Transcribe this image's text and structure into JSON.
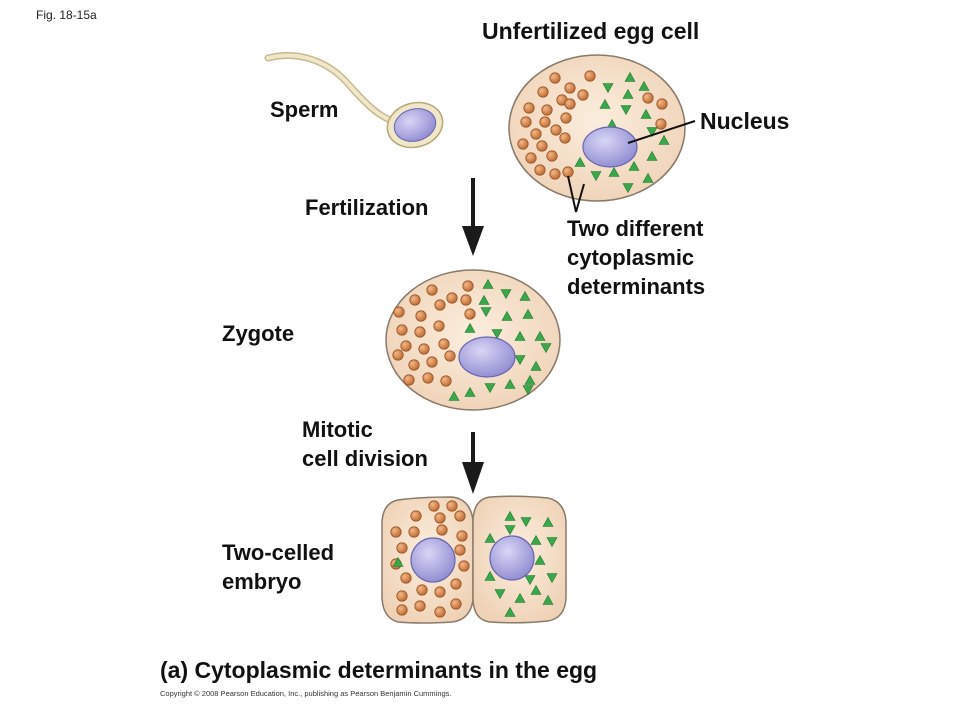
{
  "figure_tag": "Fig. 18-15a",
  "labels": {
    "unfertilized_egg": "Unfertilized egg cell",
    "sperm": "Sperm",
    "nucleus": "Nucleus",
    "fertilization": "Fertilization",
    "determinants": [
      "Two different",
      "cytoplasmic",
      "determinants"
    ],
    "zygote": "Zygote",
    "mitotic": [
      "Mitotic",
      "cell division"
    ],
    "two_celled": [
      "Two-celled",
      "embryo"
    ]
  },
  "caption": "(a) Cytoplasmic determinants in the egg",
  "copyright": "Copyright © 2008 Pearson Education, Inc., publishing as Pearson Benjamin Cummings.",
  "colors": {
    "cytoplasm": "#f4dcc4",
    "cell_outline": "#8a7a6a",
    "nucleus": "#a8a6e0",
    "determinant_orange": "#d98a50",
    "determinant_green": "#3aa84a",
    "sperm_tail": "#e8dcb8",
    "arrow": "#1a1a1a"
  }
}
